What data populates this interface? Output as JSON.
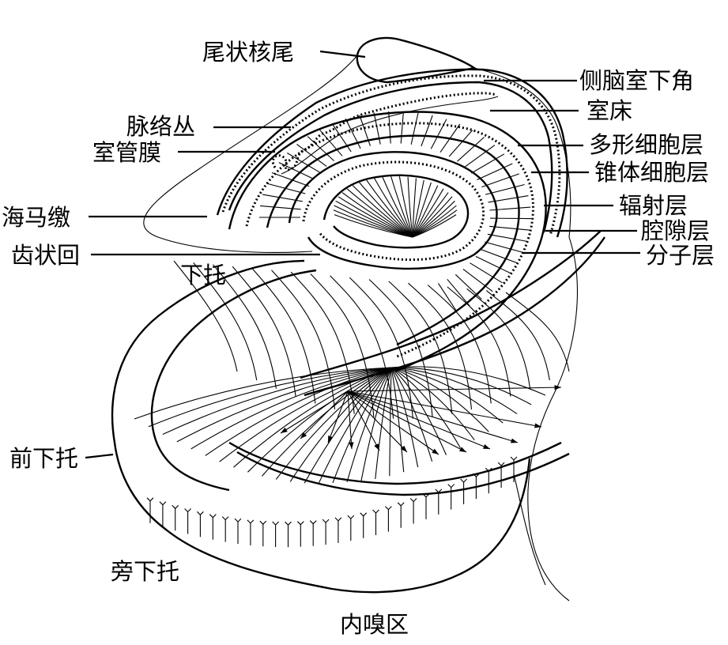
{
  "labels": {
    "caudate_tail": "尾状核尾",
    "inferior_horn": "侧脑室下角",
    "choroid_plexus": "脉络丛",
    "ventricle_floor": "室床",
    "tela_choroidea": "室管膜",
    "polymorphic_layer": "多形细胞层",
    "pyramidal_layer": "锥体细胞层",
    "fimbria": "海马缴",
    "radiate_layer": "辐射层",
    "lacunar_layer": "腔隙层",
    "dentate_gyrus": "齿状回",
    "molecular_layer": "分子层",
    "subiculum": "下托",
    "presubiculum": "前下托",
    "parasubiculum": "旁下托",
    "entorhinal_area": "内嗅区"
  }
}
